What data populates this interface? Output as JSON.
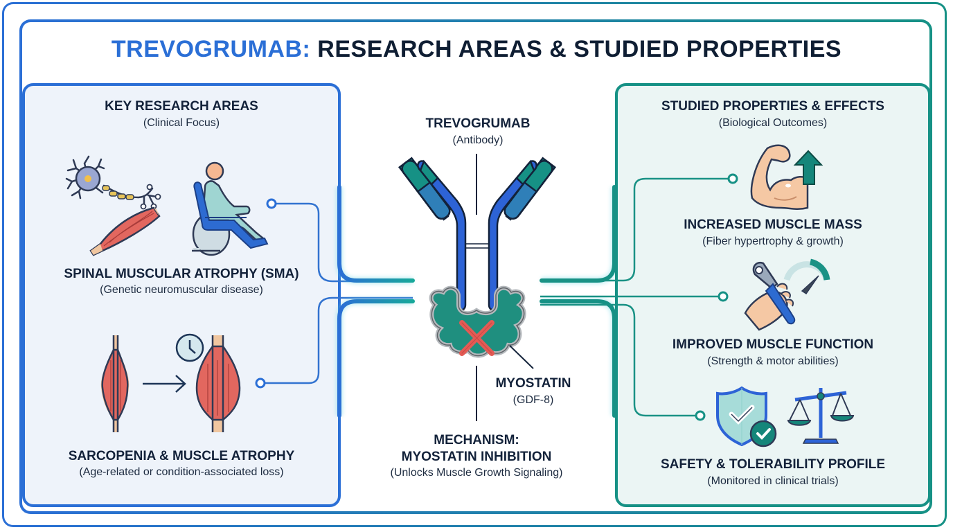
{
  "title": {
    "accent": "TREVOGRUMAB:",
    "rest": " RESEARCH AREAS & STUDIED PROPERTIES"
  },
  "colors": {
    "blue": "#2b6fd6",
    "teal": "#169185",
    "muscle_red": "#e2675f",
    "dark_text": "#13223a",
    "inhibit_red": "#e35b55"
  },
  "left_panel": {
    "heading": "KEY RESEARCH AREAS",
    "subheading": "(Clinical Focus)",
    "items": [
      {
        "title": "SPINAL MUSCULAR ATROPHY (SMA)",
        "subtitle": "(Genetic neuromuscular disease)",
        "icons": [
          "neuron-icon",
          "muscle-icon",
          "wheelchair-patient-icon"
        ]
      },
      {
        "title": "SARCOPENIA & MUSCLE ATROPHY",
        "subtitle": "(Age-related or condition-associated loss)",
        "icons": [
          "muscle-icon",
          "arrow-right-icon",
          "clock-icon",
          "muscle-icon"
        ]
      }
    ]
  },
  "center": {
    "antibody_label": "TREVOGRUMAB",
    "antibody_sub": "(Antibody)",
    "target_label": "MYOSTATIN",
    "target_sub": "(GDF-8)",
    "mechanism_line1": "MECHANISM:",
    "mechanism_line2": "MYOSTATIN INHIBITION",
    "mechanism_sub": "(Unlocks Muscle Growth Signaling)"
  },
  "right_panel": {
    "heading": "STUDIED PROPERTIES & EFFECTS",
    "subheading": "(Biological Outcomes)",
    "items": [
      {
        "title": "INCREASED MUSCLE MASS",
        "subtitle": "(Fiber hypertrophy & growth)",
        "icons": [
          "flexed-bicep-icon",
          "arrow-up-icon"
        ]
      },
      {
        "title": "IMPROVED MUSCLE FUNCTION",
        "subtitle": "(Strength & motor abilities)",
        "icons": [
          "hand-grip-icon",
          "gauge-icon"
        ]
      },
      {
        "title": "SAFETY & TOLERABILITY PROFILE",
        "subtitle": "(Monitored in clinical trials)",
        "icons": [
          "shield-check-icon",
          "balance-scale-icon"
        ]
      }
    ]
  }
}
